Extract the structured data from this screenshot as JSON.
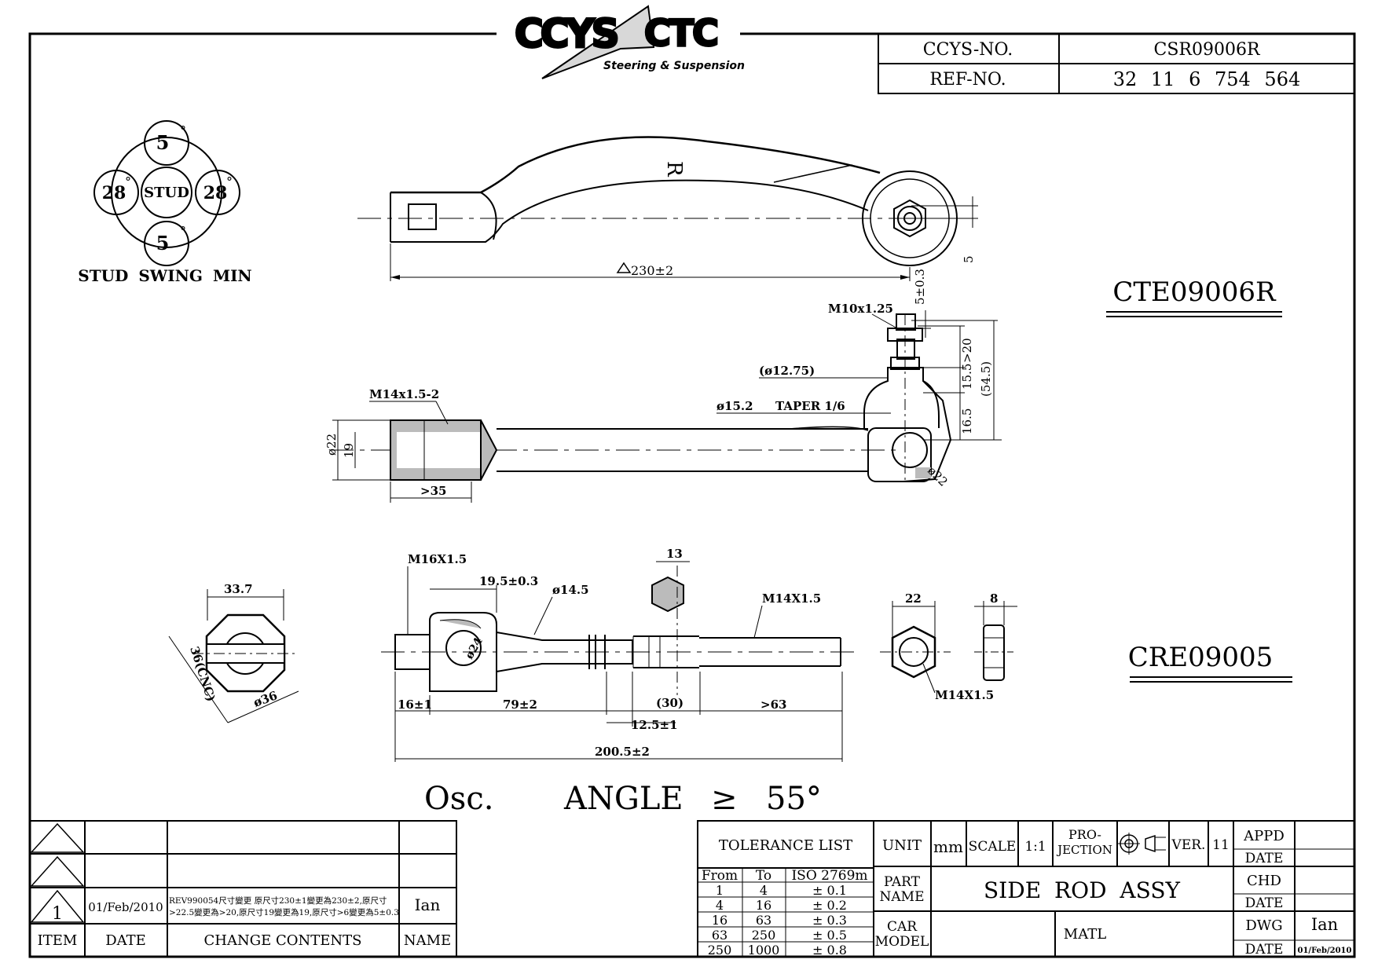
{
  "logo": {
    "brand_left": "CCYS",
    "brand_right": "CTC",
    "tagline": "Steering & Suspension"
  },
  "header": {
    "ccys_no_label": "CCYS-NO.",
    "ccys_no_value": "CSR09006R",
    "ref_no_label": "REF-NO.",
    "ref_no_value": "32 11 6 754 564"
  },
  "stud_swing": {
    "top": "5",
    "bottom": "5",
    "left": "28",
    "right": "28",
    "degree": "°",
    "center": "STUD",
    "caption": "STUD SWING MIN"
  },
  "part_codes": {
    "tie_rod_end": "CTE09006R",
    "inner_rod": "CRE09005"
  },
  "tie_rod_end": {
    "side_mark": "R",
    "length": "230±2",
    "offset": "5",
    "stud_thread": "M10x1.25",
    "thread_len": "5±0.3",
    "stud_len": ">20",
    "dim_15_5": "15.5",
    "dim_16_5": "16.5",
    "dim_54_5": "(54.5)",
    "dia_12_75": "(ø12.75)",
    "taper": "ø15.2",
    "taper_note": "TAPER 1/6",
    "inner_thread": "M14x1.5-2",
    "od": "ø22",
    "bore": "19",
    "depth": ">35",
    "ball_dia": "ø22"
  },
  "inner_rod": {
    "across_flat": "33.7",
    "across_cnc": "36(CNC)",
    "dia_36": "ø36",
    "thread_outer": "M16X1.5",
    "housing_len": "19.5±0.3",
    "shaft_dia": "ø14.5",
    "hex": "13",
    "thread_inner": "M14X1.5",
    "dim_16": "16±1",
    "dim_79": "79±2",
    "dim_30": "(30)",
    "dim_63": ">63",
    "dim_12_5": "12.5±1",
    "overall": "200.5±2",
    "ball": "ø24"
  },
  "nut": {
    "width": "22",
    "thickness": "8",
    "thread": "M14X1.5"
  },
  "osc_angle": {
    "prefix": "Osc.",
    "label": "ANGLE",
    "operator": "≥",
    "value": "55°"
  },
  "revision_block": {
    "rows": [
      {
        "item": "",
        "date": "",
        "change": "",
        "name": ""
      },
      {
        "item": "",
        "date": "",
        "change": "",
        "name": ""
      },
      {
        "item": "1",
        "date": "01/Feb/2010",
        "change_line1": "REV990054尺寸變更 原尺寸230±1變更為230±2,原尺寸",
        "change_line2": ">22.5變更為>20,原尺寸19變更為19,原尺寸>6變更為5±0.3",
        "name": "Ian"
      }
    ],
    "headers": {
      "item": "ITEM",
      "date": "DATE",
      "change": "CHANGE CONTENTS",
      "name": "NAME"
    }
  },
  "title_block": {
    "tolerance_title": "TOLERANCE LIST",
    "tolerance_headers": [
      "From",
      "To",
      "ISO 2769m"
    ],
    "tolerance_rows": [
      [
        "1",
        "4",
        "± 0.1"
      ],
      [
        "4",
        "16",
        "± 0.2"
      ],
      [
        "16",
        "63",
        "± 0.3"
      ],
      [
        "63",
        "250",
        "± 0.5"
      ],
      [
        "250",
        "1000",
        "± 0.8"
      ]
    ],
    "unit_label": "UNIT",
    "unit_value": "mm",
    "scale_label": "SCALE",
    "scale_value": "1:1",
    "projection_label_1": "PRO-",
    "projection_label_2": "JECTION",
    "ver_label": "VER.",
    "ver_value": "11",
    "part_name_label_1": "PART",
    "part_name_label_2": "NAME",
    "part_name_value": "SIDE ROD ASSY",
    "car_model_label_1": "CAR",
    "car_model_label_2": "MODEL",
    "car_model_value": "",
    "matl_label": "MATL",
    "matl_value": "",
    "appd_label": "APPD",
    "appd_date_label": "DATE",
    "chd_label": "CHD",
    "chd_date_label": "DATE",
    "dwg_label": "DWG",
    "dwg_value": "Ian",
    "dwg_date_label": "DATE",
    "dwg_date_value": "01/Feb/2010"
  }
}
